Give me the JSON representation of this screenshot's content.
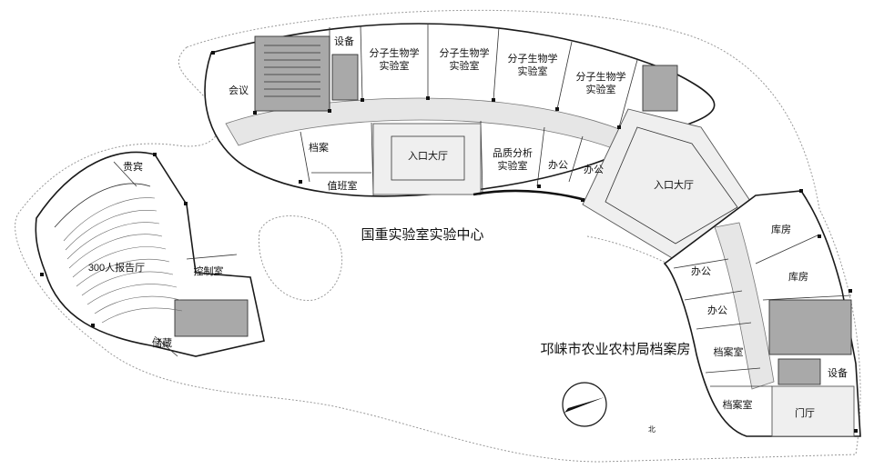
{
  "buildings": {
    "lab_center": "国重实验室实验中心",
    "archives": "邛崃市农业农村局档案房"
  },
  "rooms": {
    "meeting": "会议",
    "equipment_a": "设备",
    "lab_1": "分子生物学\n实验室",
    "lab_2": "分子生物学\n实验室",
    "lab_3": "分子生物学\n实验室",
    "lab_4": "分子生物学\n实验室",
    "archive": "档案",
    "lobby_a": "入口大厅",
    "quality_lab": "品质分析\n实验室",
    "office_1": "办公",
    "office_2": "办公",
    "duty_room": "值班室",
    "lobby_b": "入口大厅",
    "vip": "贵宾",
    "auditorium": "300人报告厅",
    "control": "控制室",
    "storage": "储藏",
    "warehouse_1": "库房",
    "warehouse_2": "库房",
    "office_3": "办公",
    "office_4": "办公",
    "archive_room_1": "档案室",
    "archive_room_2": "档案室",
    "equipment_b": "设备",
    "foyer": "门厅"
  },
  "north_label": "北",
  "colors": {
    "core": "#a9a9a9",
    "corridor": "#e6e6e6",
    "walls": "#1a1a1a"
  }
}
